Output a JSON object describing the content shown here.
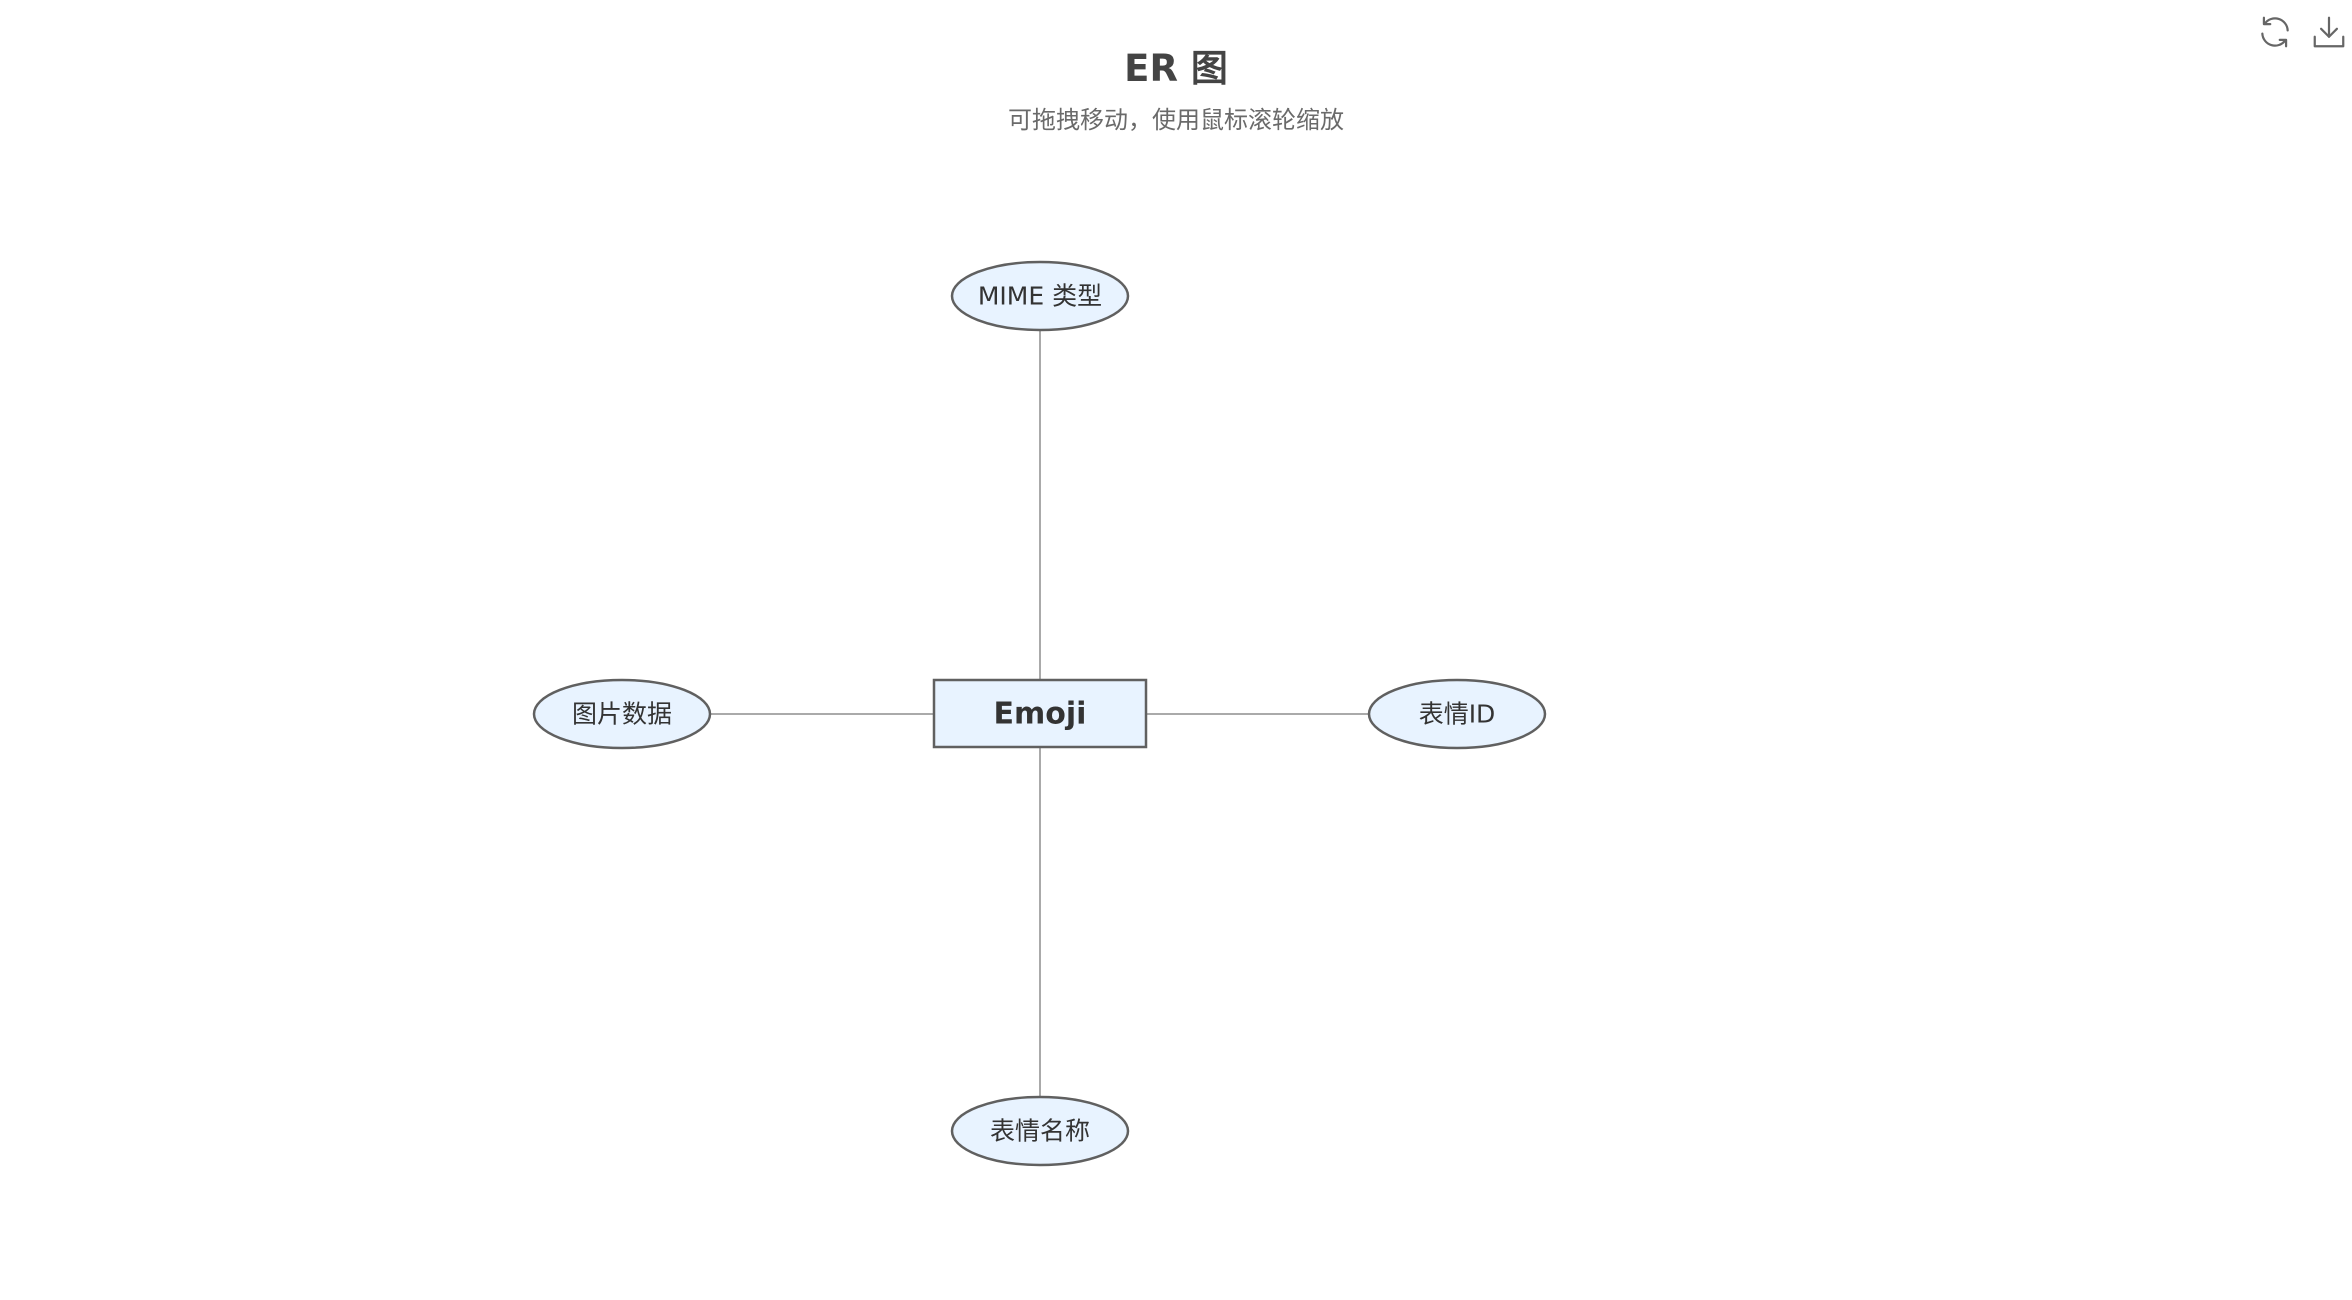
{
  "header": {
    "title": "ER 图",
    "subtitle": "可拖拽移动，使用鼠标滚轮缩放"
  },
  "toolbar": {
    "refresh_icon": "refresh-icon",
    "download_icon": "download-icon"
  },
  "colors": {
    "node_fill": "#e8f3ff",
    "node_stroke": "#606060",
    "link": "#aaaaaa",
    "text": "#333333"
  },
  "er": {
    "entity": {
      "label": "Emoji"
    },
    "attributes": {
      "top": {
        "label": "MIME 类型"
      },
      "left": {
        "label": "图片数据"
      },
      "right": {
        "label": "表情ID"
      },
      "bottom": {
        "label": "表情名称"
      }
    }
  }
}
